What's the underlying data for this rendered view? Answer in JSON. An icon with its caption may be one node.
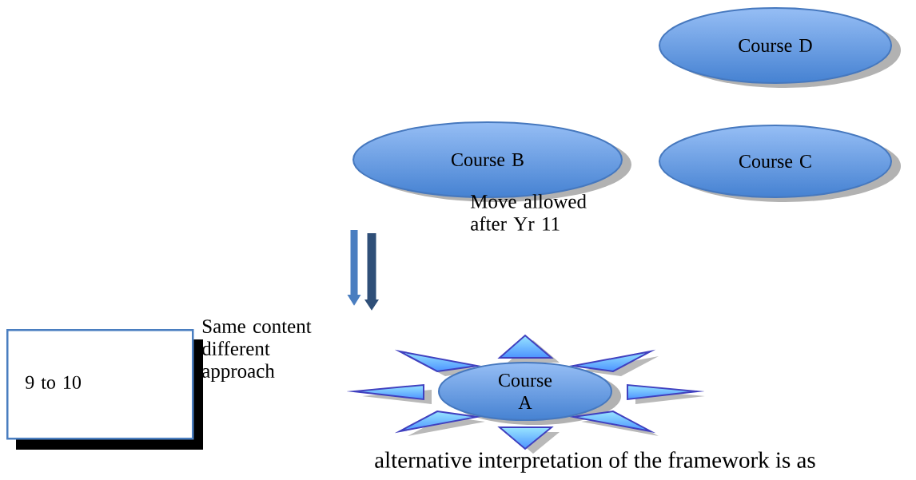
{
  "diagram": {
    "nodes": [
      {
        "text": [
          "Course D"
        ]
      },
      {
        "text": [
          "Course B"
        ]
      },
      {
        "text": [
          "Course C"
        ]
      },
      {
        "text": [
          "Course A"
        ]
      },
      {
        "text": [
          "9 to 10"
        ]
      }
    ],
    "labels": [
      "Move allowed after Yr 11",
      "Same content different approach",
      "alternative interpretation of the framework is as"
    ]
  }
}
